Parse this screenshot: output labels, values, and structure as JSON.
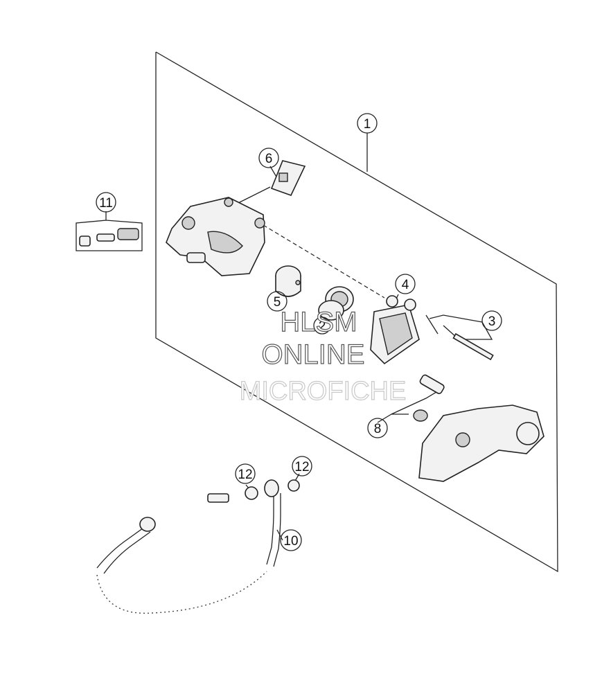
{
  "callouts": [
    {
      "id": "c1",
      "label": "1"
    },
    {
      "id": "c3",
      "label": "3"
    },
    {
      "id": "c4",
      "label": "4"
    },
    {
      "id": "c5",
      "label": "5"
    },
    {
      "id": "c6",
      "label": "6"
    },
    {
      "id": "c8",
      "label": "8"
    },
    {
      "id": "c10",
      "label": "10"
    },
    {
      "id": "c11",
      "label": "11"
    },
    {
      "id": "c12a",
      "label": "12"
    },
    {
      "id": "c12b",
      "label": "12"
    },
    {
      "id": "c2",
      "label": "2"
    }
  ],
  "watermark": {
    "line1": "HLSM",
    "line2": "ONLINE",
    "line3": "MICROFICHE"
  },
  "colors": {
    "line": "#222222",
    "background": "#ffffff"
  }
}
